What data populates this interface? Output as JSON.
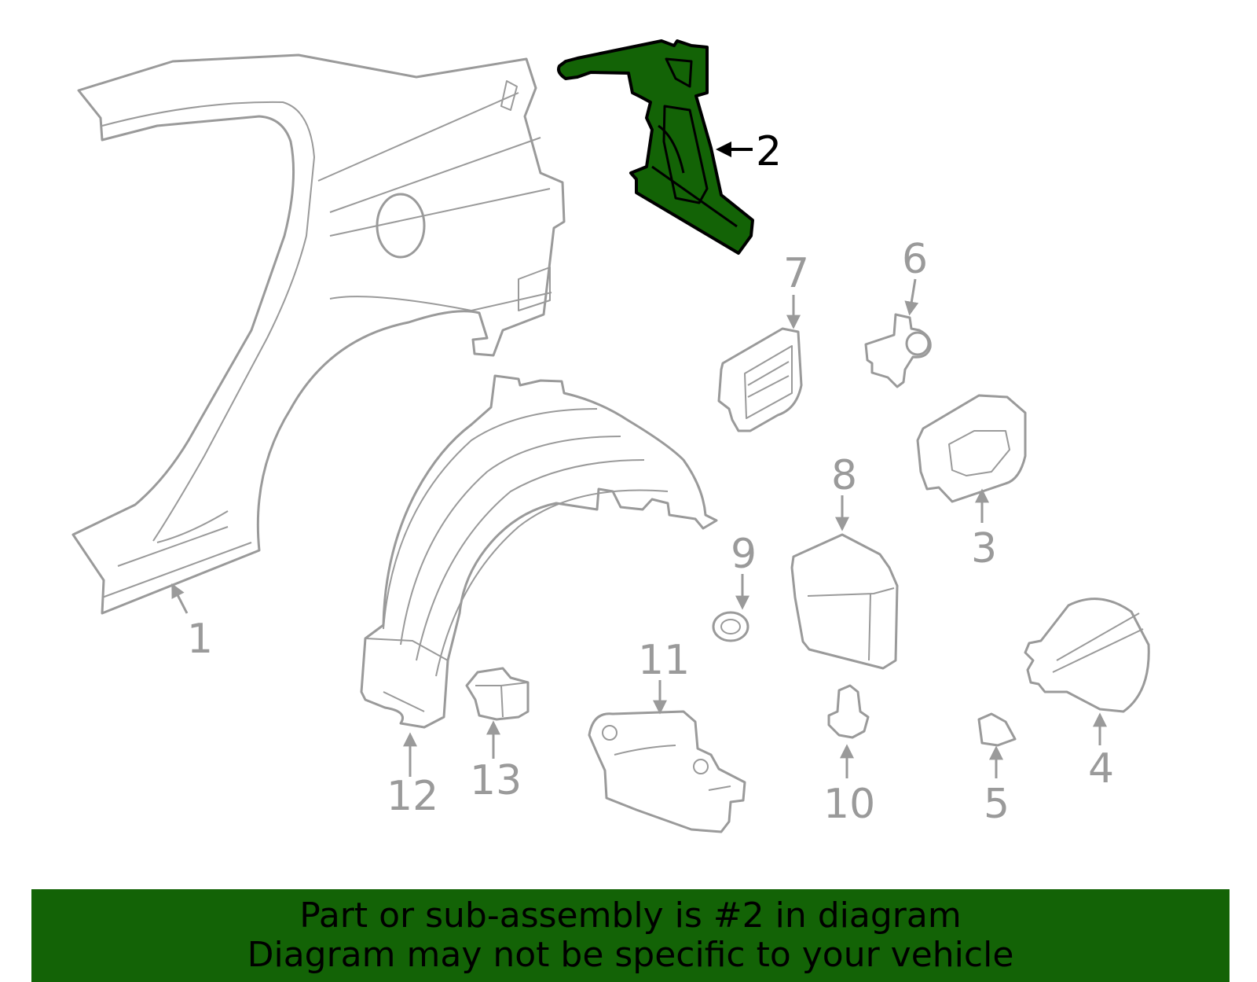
{
  "diagram": {
    "highlighted_part": "2",
    "colors": {
      "highlight": "#136306",
      "line": "#9a9a9a",
      "outline": "#000000"
    },
    "callouts": {
      "c1": "1",
      "c2": "2",
      "c3": "3",
      "c4": "4",
      "c5": "5",
      "c6": "6",
      "c7": "7",
      "c8": "8",
      "c9": "9",
      "c10": "10",
      "c11": "11",
      "c12": "12",
      "c13": "13"
    }
  },
  "banner": {
    "line1": "Part or sub-assembly is #2 in diagram",
    "line2": "Diagram may not be specific to your vehicle"
  }
}
